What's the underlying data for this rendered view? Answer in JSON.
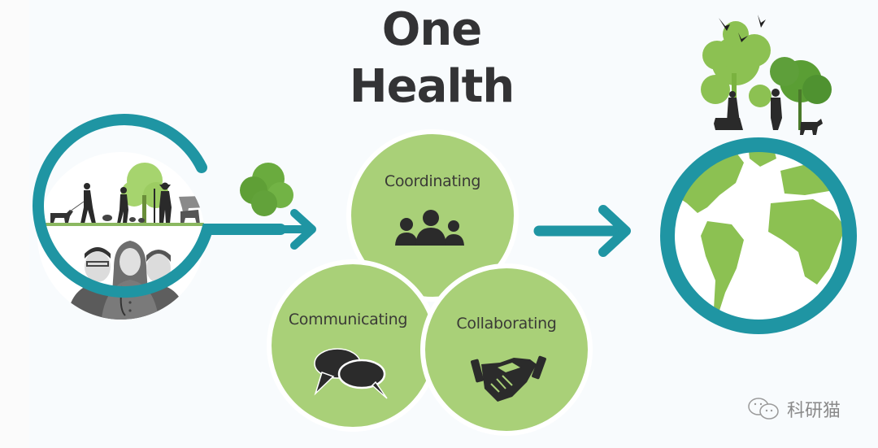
{
  "title": {
    "line1": "One",
    "line2": "Health"
  },
  "colors": {
    "teal": "#1f95a3",
    "circle_green": "#a9d078",
    "tree_light": "#8cc152",
    "tree_dark": "#5a9e34",
    "text_dark": "#333335",
    "background": "#f8fbfd"
  },
  "left_panel": {
    "top_scene": "people-animals-landscape",
    "bottom_scene": "health-professionals"
  },
  "circles": [
    {
      "label": "Coordinating",
      "icon": "people-group-icon"
    },
    {
      "label": "Communicating",
      "icon": "speech-bubbles-icon"
    },
    {
      "label": "Collaborating",
      "icon": "handshake-icon"
    }
  ],
  "right_panel": {
    "scene": "globe-with-trees-people-animals"
  },
  "watermark": {
    "text": "科研猫",
    "icon": "wechat-icon"
  }
}
